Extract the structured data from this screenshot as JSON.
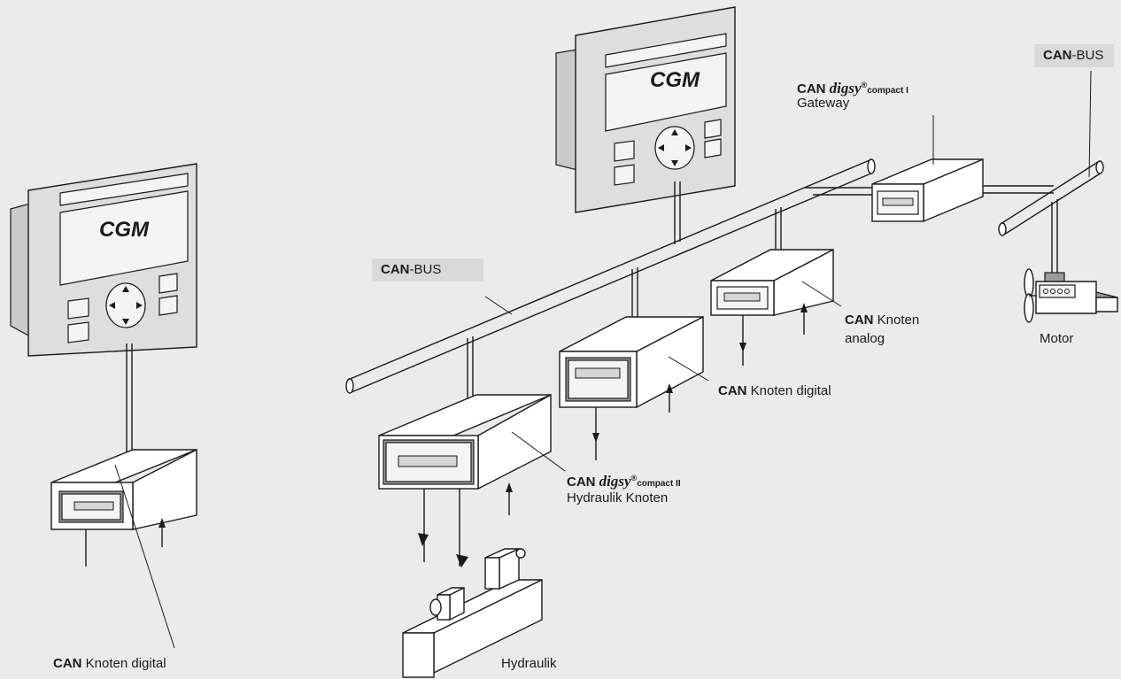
{
  "labels": {
    "can_word": "CAN",
    "bus_word": "-BUS",
    "knoten_digital": " Knoten digital",
    "knoten": " Knoten",
    "analog": "analog",
    "digsy": "digsy",
    "reg": "®",
    "compact_i": "compact I",
    "compact_ii": "compact II",
    "gateway": "Gateway",
    "hydraulik_knoten": "Hydraulik Knoten",
    "hydraulik": "Hydraulik",
    "motor": "Motor",
    "cgm": "CGM"
  }
}
